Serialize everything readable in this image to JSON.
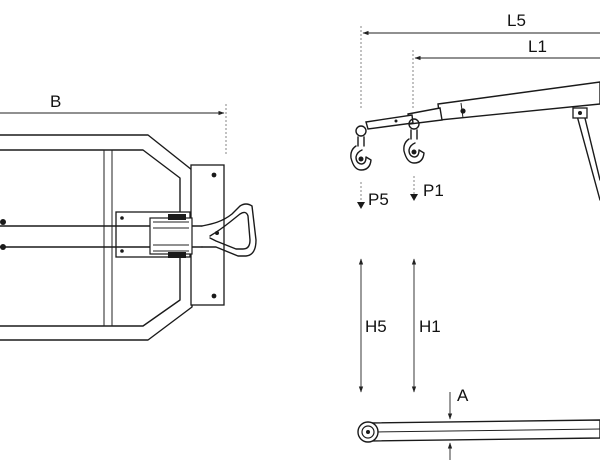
{
  "labels": {
    "B": "B",
    "L5": "L5",
    "L1": "L1",
    "P5": "P5",
    "P1": "P1",
    "H5": "H5",
    "H1": "H1",
    "A": "A"
  }
}
